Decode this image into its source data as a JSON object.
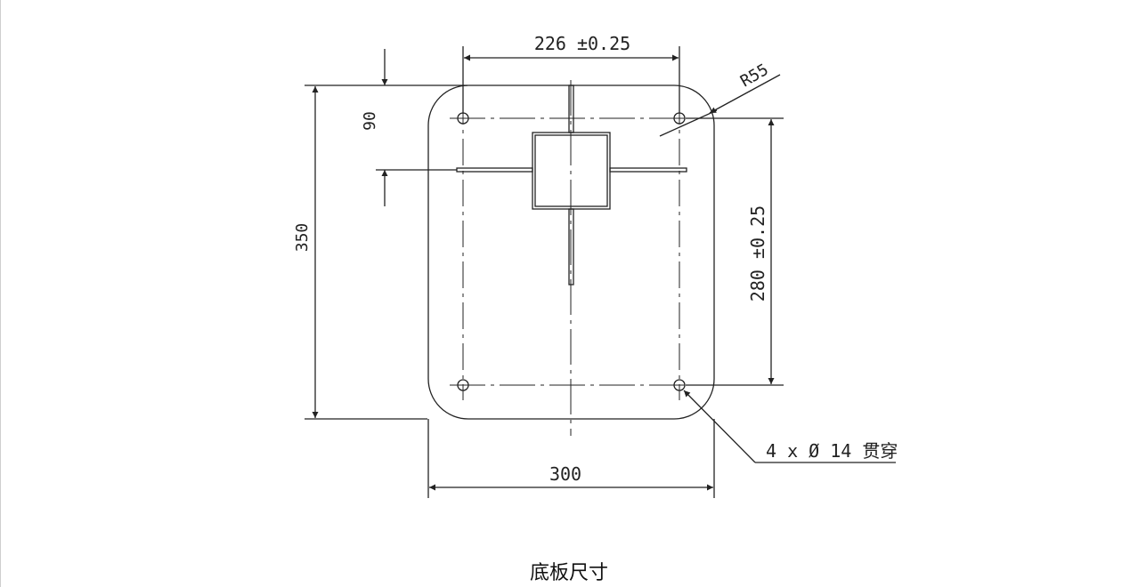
{
  "drawing": {
    "dims": {
      "top_width": "226 ±0.25",
      "radius": "R55",
      "offset_90": "90",
      "height_350": "350",
      "hole_span": "280 ±0.25",
      "bottom_width": "300",
      "holes_note": "4 x Ø 14 贯穿"
    },
    "caption": "底板尺寸",
    "line_color": "#222222"
  }
}
